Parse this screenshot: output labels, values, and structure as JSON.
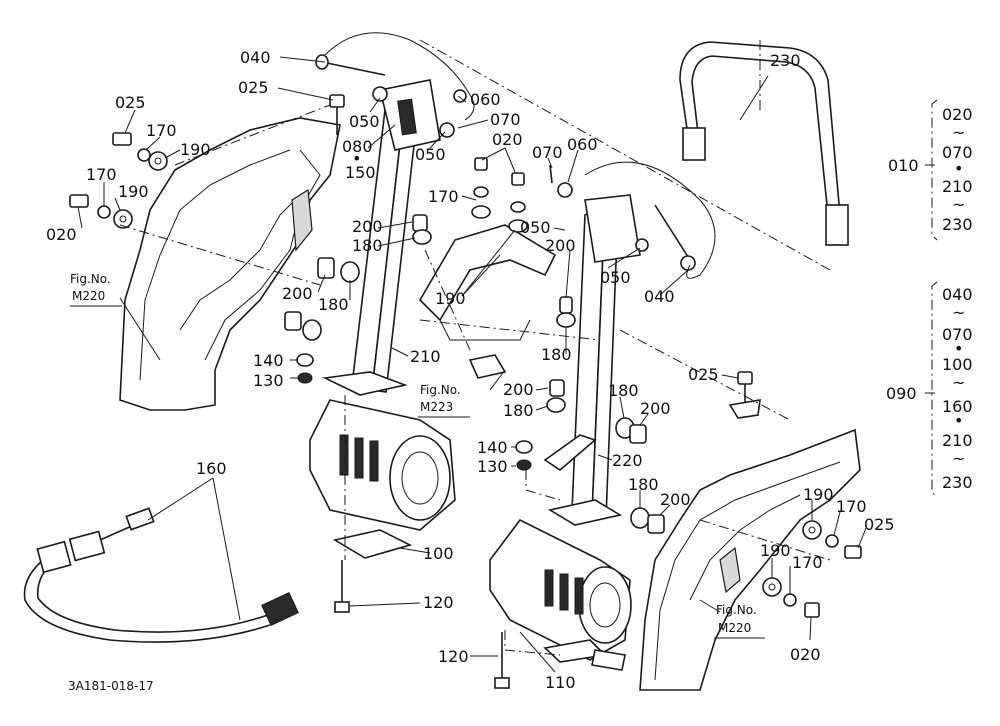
{
  "diagram": {
    "drawing_code": "3A181-018-17",
    "parts": {
      "p010": "010",
      "p020": "020",
      "p025": "025",
      "p040": "040",
      "p050": "050",
      "p060": "060",
      "p070": "070",
      "p080": "080",
      "p090": "090",
      "p100": "100",
      "p110": "110",
      "p120": "120",
      "p130": "130",
      "p140": "140",
      "p150": "150",
      "p160": "160",
      "p170": "170",
      "p180": "180",
      "p190": "190",
      "p200": "200",
      "p210": "210",
      "p220": "220",
      "p230": "230"
    },
    "group_010": [
      "020",
      "~",
      "070",
      "•",
      "210",
      "~",
      "230"
    ],
    "group_090": [
      "040",
      "~",
      "070",
      "•",
      "100",
      "~",
      "160",
      "•",
      "210",
      "~",
      "230"
    ],
    "fig_refs": {
      "fig_label": "Fig.No.",
      "m220": "M220",
      "m223": "M223"
    }
  }
}
